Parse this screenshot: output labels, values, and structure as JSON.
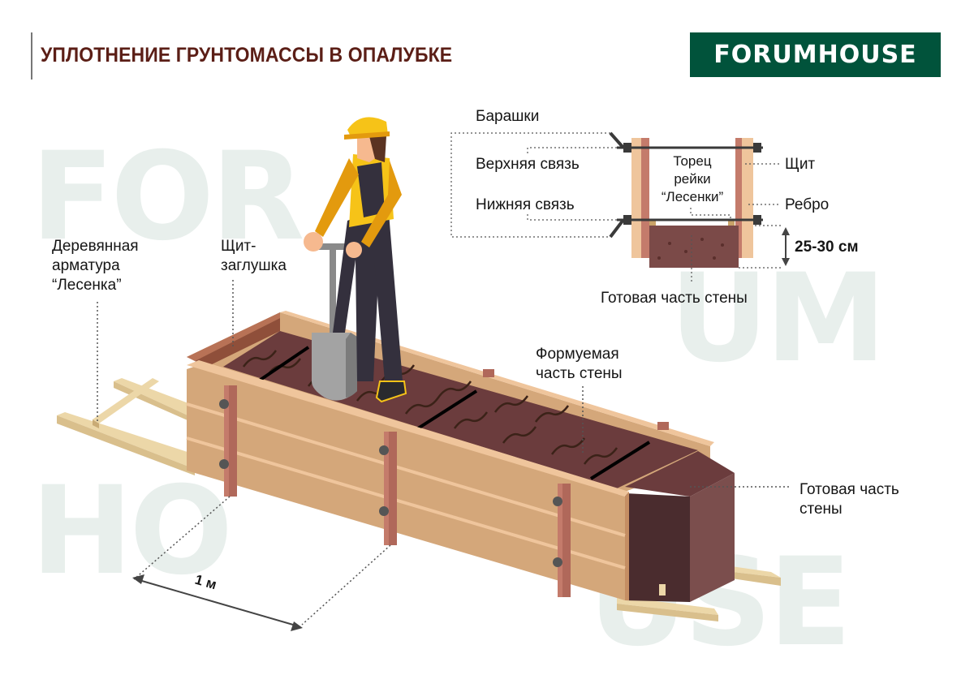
{
  "header": {
    "title": "УПЛОТНЕНИЕ ГРУНТОМАССЫ В ОПАЛУБКЕ",
    "logo": "FORUMHOUSE"
  },
  "watermark": {
    "lines": [
      "FOR",
      "UM",
      "HO",
      "USE"
    ],
    "color": "#e8efec"
  },
  "main_labels": {
    "ladder": "Деревянная\nарматура\n“Лесенка”",
    "end_shield": "Щит-\nзаглушка",
    "forming_part": "Формуемая\nчасть стены",
    "finished_part": "Готовая часть\nстены",
    "distance": "1 м"
  },
  "cross_section": {
    "wing_nuts": "Барашки",
    "upper_tie": "Верхняя связь",
    "lower_tie": "Нижняя связь",
    "rail_end": "Торец\nрейки\n“Лесенки”",
    "shield": "Щит",
    "rib": "Ребро",
    "layer_height": "25-30 см",
    "finished_part": "Готовая часть стены"
  },
  "colors": {
    "title": "#5b1e16",
    "logo_bg": "#01533b",
    "board_face": "#d4a77a",
    "board_edge": "#efc59c",
    "post": "#b0685a",
    "soil": "#6b3c3d",
    "soil_dark": "#4a2c2e",
    "ladder_wood": "#ecd7a8",
    "worker_shirt": "#f6c318",
    "worker_sleeve": "#e39a0e",
    "overalls": "#34303d"
  }
}
